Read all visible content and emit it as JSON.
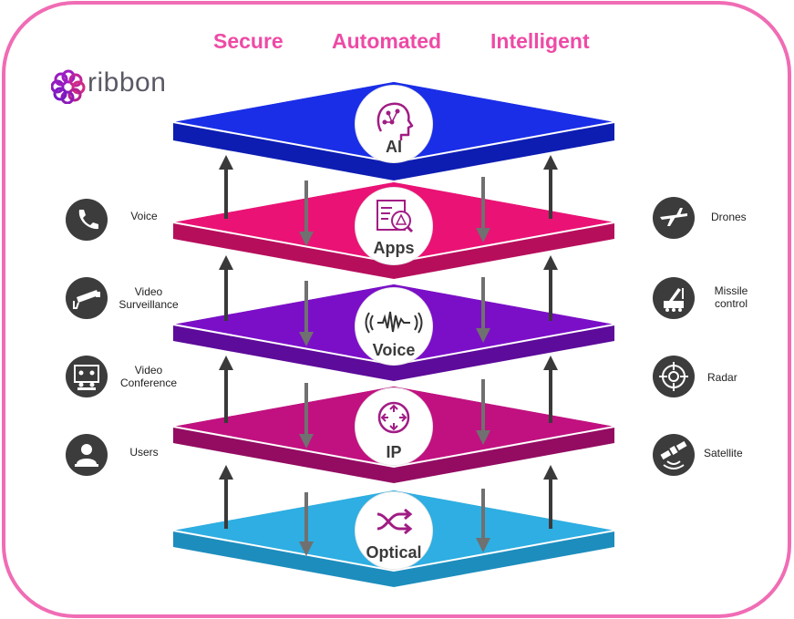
{
  "taglines": [
    "Secure",
    "Automated",
    "Intelligent"
  ],
  "logo": {
    "text": "ribbon"
  },
  "layers": [
    {
      "label": "AI",
      "icon": "ai-head-icon",
      "color": "#1a2ee8",
      "side": "#0d1db2"
    },
    {
      "label": "Apps",
      "icon": "apps-alert-icon",
      "color": "#ea1275",
      "side": "#b70e5c"
    },
    {
      "label": "Voice",
      "icon": "voice-wave-icon",
      "color": "#7b0fc8",
      "side": "#5d0b9a"
    },
    {
      "label": "IP",
      "icon": "ip-router-icon",
      "color": "#c11180",
      "side": "#930c62"
    },
    {
      "label": "Optical",
      "icon": "optical-cross-icon",
      "color": "#2eaee2",
      "side": "#1d8dbd"
    }
  ],
  "left_items": [
    {
      "lines": [
        "Voice"
      ],
      "icon": "phone-icon"
    },
    {
      "lines": [
        "Video",
        "Surveillance"
      ],
      "icon": "camera-icon"
    },
    {
      "lines": [
        "Video",
        "Conference"
      ],
      "icon": "conference-icon"
    },
    {
      "lines": [
        "Users"
      ],
      "icon": "user-icon"
    }
  ],
  "right_items": [
    {
      "lines": [
        "Drones"
      ],
      "icon": "drone-icon"
    },
    {
      "lines": [
        "Missile",
        "control"
      ],
      "icon": "missile-icon"
    },
    {
      "lines": [
        "Radar"
      ],
      "icon": "radar-icon"
    },
    {
      "lines": [
        "Satellite"
      ],
      "icon": "satellite-icon"
    }
  ],
  "colors": {
    "frame": "#f06cb4",
    "tagline": "#ee4aa5",
    "arrow": "#707070",
    "icon_bg": "#3c3c3c",
    "logo_ring": "#a11cc4"
  }
}
